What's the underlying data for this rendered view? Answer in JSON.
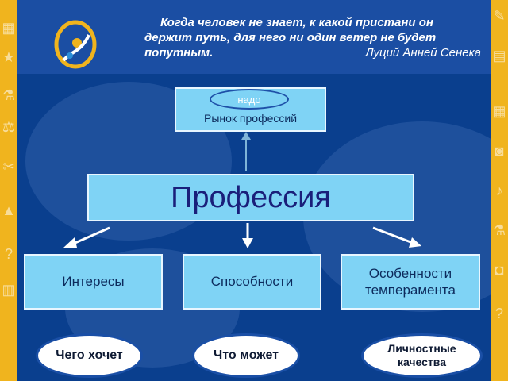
{
  "quote": {
    "line1": "Когда человек не знает, к какой пристани он",
    "line2": "держит путь, для него ни один ветер не будет",
    "line3": "попутным.",
    "author": "Луций Анней Сенека"
  },
  "diagram": {
    "market_box": "Рынок профессий",
    "market_pill": "надо",
    "center_box": "Профессия",
    "boxes": [
      "Интересы",
      "Способности",
      "Особенности темперамента"
    ],
    "ovals": [
      "Чего хочет",
      "Что может",
      "Личностные качества"
    ]
  },
  "colors": {
    "background_yellow": "#f0b41e",
    "panel_blue": "#0a3f8e",
    "box_fill": "#7fd3f5"
  },
  "icons": {
    "left_side": [
      "table-icon",
      "star-icon",
      "flask-icon",
      "scales-icon",
      "scissors-icon",
      "triangle-icon",
      "question-icon",
      "ruler-icon"
    ],
    "right_side": [
      "pencil-icon",
      "calculator-icon",
      "grid-icon",
      "camera-icon",
      "treble-clef-icon",
      "flask-icon",
      "bag-icon",
      "question-icon"
    ]
  }
}
